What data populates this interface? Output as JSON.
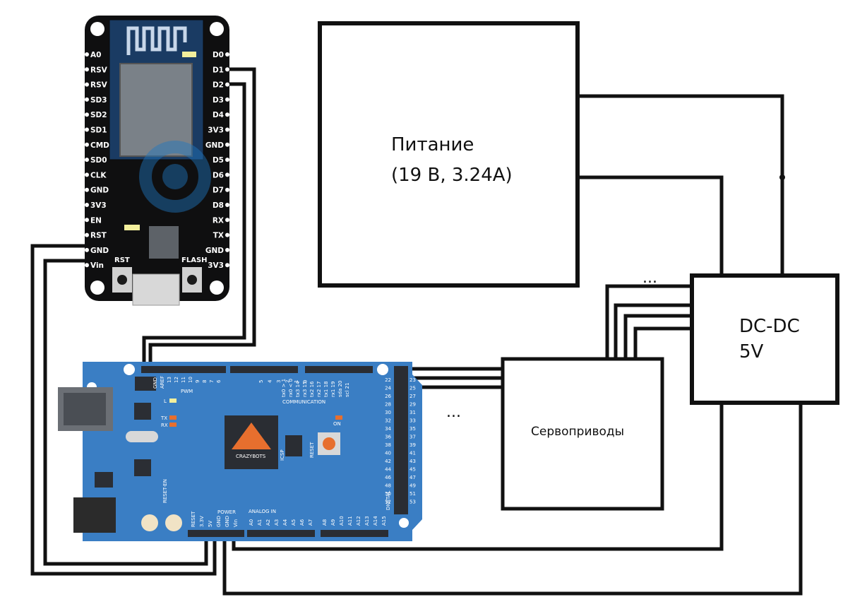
{
  "nodemcu": {
    "left_pins": [
      "A0",
      "RSV",
      "RSV",
      "SD3",
      "SD2",
      "SD1",
      "CMD",
      "SD0",
      "CLK",
      "GND",
      "3V3",
      "EN",
      "RST",
      "GND",
      "Vin"
    ],
    "right_pins": [
      "D0",
      "D1",
      "D2",
      "D3",
      "D4",
      "3V3",
      "GND",
      "D5",
      "D6",
      "D7",
      "D8",
      "RX",
      "TX",
      "GND",
      "3V3"
    ],
    "rst_button": "RST",
    "flash_button": "FLASH"
  },
  "arduino": {
    "pwm": "PWM",
    "communication": "COMMUNICATION",
    "power": "POWER",
    "analog_in": "ANALOG IN",
    "digital": "DIGITAL",
    "chip_brand": "CRAZYBOTS",
    "led_l": "L",
    "led_tx": "TX",
    "led_rx": "RX",
    "led_on": "ON",
    "aref": "AREF",
    "gnd": "GND",
    "icsp": "ICSP",
    "reset": "RESET",
    "reset_en": "RESET-EN",
    "pwm_pins": [
      "13",
      "12",
      "11",
      "10",
      "9",
      "8",
      "7",
      "6",
      "5",
      "4",
      "3",
      "2",
      "1",
      "0"
    ],
    "comm_pins": [
      "tx0 > 1",
      "rx0 < 0",
      "tx3 14",
      "rx3 15",
      "tx2 16",
      "rx2 17",
      "tx1 18",
      "rx1 19",
      "sda 20",
      "scl 21"
    ],
    "power_pins": [
      "RESET",
      "3.3V",
      "5V",
      "GND",
      "GND",
      "Vin"
    ],
    "analog_pins": [
      "A0",
      "A1",
      "A2",
      "A3",
      "A4",
      "A5",
      "A6",
      "A7",
      "A8",
      "A9",
      "A10",
      "A11",
      "A12",
      "A13",
      "A14",
      "A15"
    ],
    "digital_left": [
      "22",
      "24",
      "26",
      "28",
      "30",
      "32",
      "34",
      "36",
      "38",
      "40",
      "42",
      "44",
      "46",
      "48",
      "50",
      "52"
    ],
    "digital_right": [
      "23",
      "25",
      "27",
      "29",
      "31",
      "33",
      "35",
      "37",
      "39",
      "41",
      "43",
      "45",
      "47",
      "49",
      "51",
      "53"
    ]
  },
  "power_box": {
    "line1": "Питание",
    "line2": "(19 В, 3.24А)"
  },
  "dcdc_box": {
    "line1": "DC-DC",
    "line2": "5V"
  },
  "servo_box": {
    "label": "Сервоприводы"
  },
  "ellipsis_top": "...",
  "ellipsis_servo": "...",
  "colors": {
    "wire": "#111111",
    "esp_board": "#0f0f10",
    "arduino_board": "#3a7ec4",
    "pin_header": "#2a2d33"
  }
}
